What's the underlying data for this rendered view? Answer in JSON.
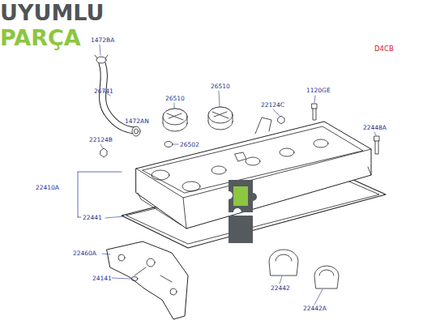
{
  "diagram": {
    "labels": [
      "1472BA",
      "D4CB",
      "26741",
      "26510",
      "26510",
      "1120GE",
      "22124C",
      "1472AN",
      "26502",
      "22448A",
      "22124B",
      "22410A",
      "22441",
      "UYUMLU",
      "PARÇA",
      "22460A",
      "24141",
      "22442",
      "22442A"
    ]
  }
}
